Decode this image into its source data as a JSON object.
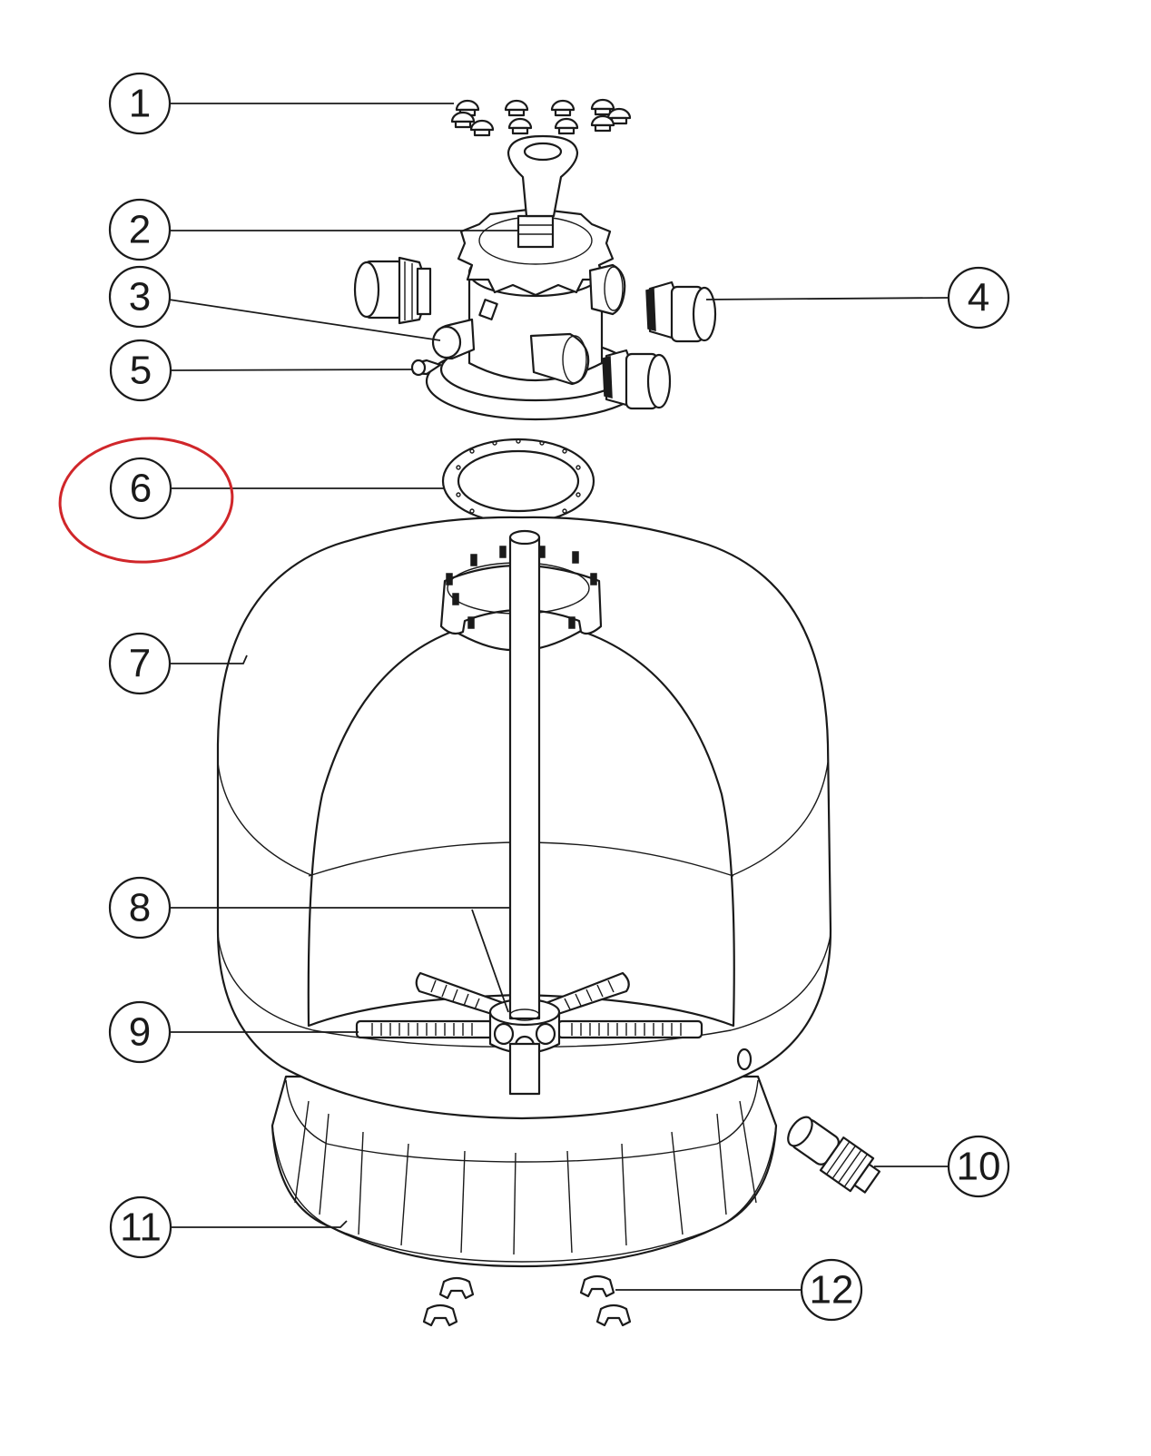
{
  "callouts": [
    {
      "id": "1",
      "label": "1"
    },
    {
      "id": "2",
      "label": "2"
    },
    {
      "id": "3",
      "label": "3"
    },
    {
      "id": "4",
      "label": "4"
    },
    {
      "id": "5",
      "label": "5"
    },
    {
      "id": "6",
      "label": "6"
    },
    {
      "id": "7",
      "label": "7"
    },
    {
      "id": "8",
      "label": "8"
    },
    {
      "id": "9",
      "label": "9"
    },
    {
      "id": "10",
      "label": "10"
    },
    {
      "id": "11",
      "label": "11"
    },
    {
      "id": "12",
      "label": "12"
    }
  ],
  "highlighted_callout": "6",
  "colors": {
    "highlight": "#d0262a",
    "line": "#1a1a1a",
    "background": "#ffffff"
  }
}
